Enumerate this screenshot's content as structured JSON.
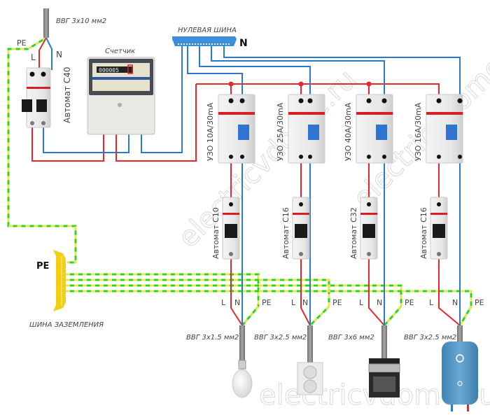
{
  "title": "Electrical panel wiring diagram",
  "colors": {
    "phase": "#e8262b",
    "neutral": "#2a7bd0",
    "pe_green": "#2fd12f",
    "pe_yellow": "#e5e84a",
    "cable": "#8a8a8a",
    "busbar_neutral": "#3a8fd8",
    "busbar_pe": "#f2cf16"
  },
  "input_cable": {
    "label": "ВВГ 3х10 мм2",
    "wires": {
      "pe": "PE",
      "l": "L",
      "n": "N"
    }
  },
  "main_breaker": {
    "label": "Автомат С40"
  },
  "meter": {
    "label": "Счетчик",
    "reading": "000005"
  },
  "neutral_bus": {
    "label": "НУЛЕВАЯ ШИНА",
    "symbol": "N"
  },
  "ground_bus": {
    "label": "ШИНА ЗАЗЕМЛЕНИЯ",
    "symbol": "PE"
  },
  "circuits": [
    {
      "rcd": "УЗО 10А/30mA",
      "breaker": "Автомат С10",
      "cable": "ВВГ 3х1.5 мм2",
      "load": "light-bulb",
      "l": "L",
      "n": "N",
      "pe": "PE"
    },
    {
      "rcd": "УЗО 25А/30mA",
      "breaker": "Автомат С16",
      "cable": "ВВГ 3х2.5 мм2",
      "load": "socket",
      "l": "L",
      "n": "N",
      "pe": "PE"
    },
    {
      "rcd": "УЗО 40А/30mA",
      "breaker": "Автомат С32",
      "cable": "ВВГ 3х6 мм2",
      "load": "electric-stove",
      "l": "L",
      "n": "N",
      "pe": "PE"
    },
    {
      "rcd": "УЗО 16А/30mA",
      "breaker": "Автомат С16",
      "cable": "ВВГ 3х2.5 мм2",
      "load": "water-heater",
      "l": "L",
      "n": "N",
      "pe": "PE"
    }
  ],
  "watermark": "electricvdome.ru"
}
